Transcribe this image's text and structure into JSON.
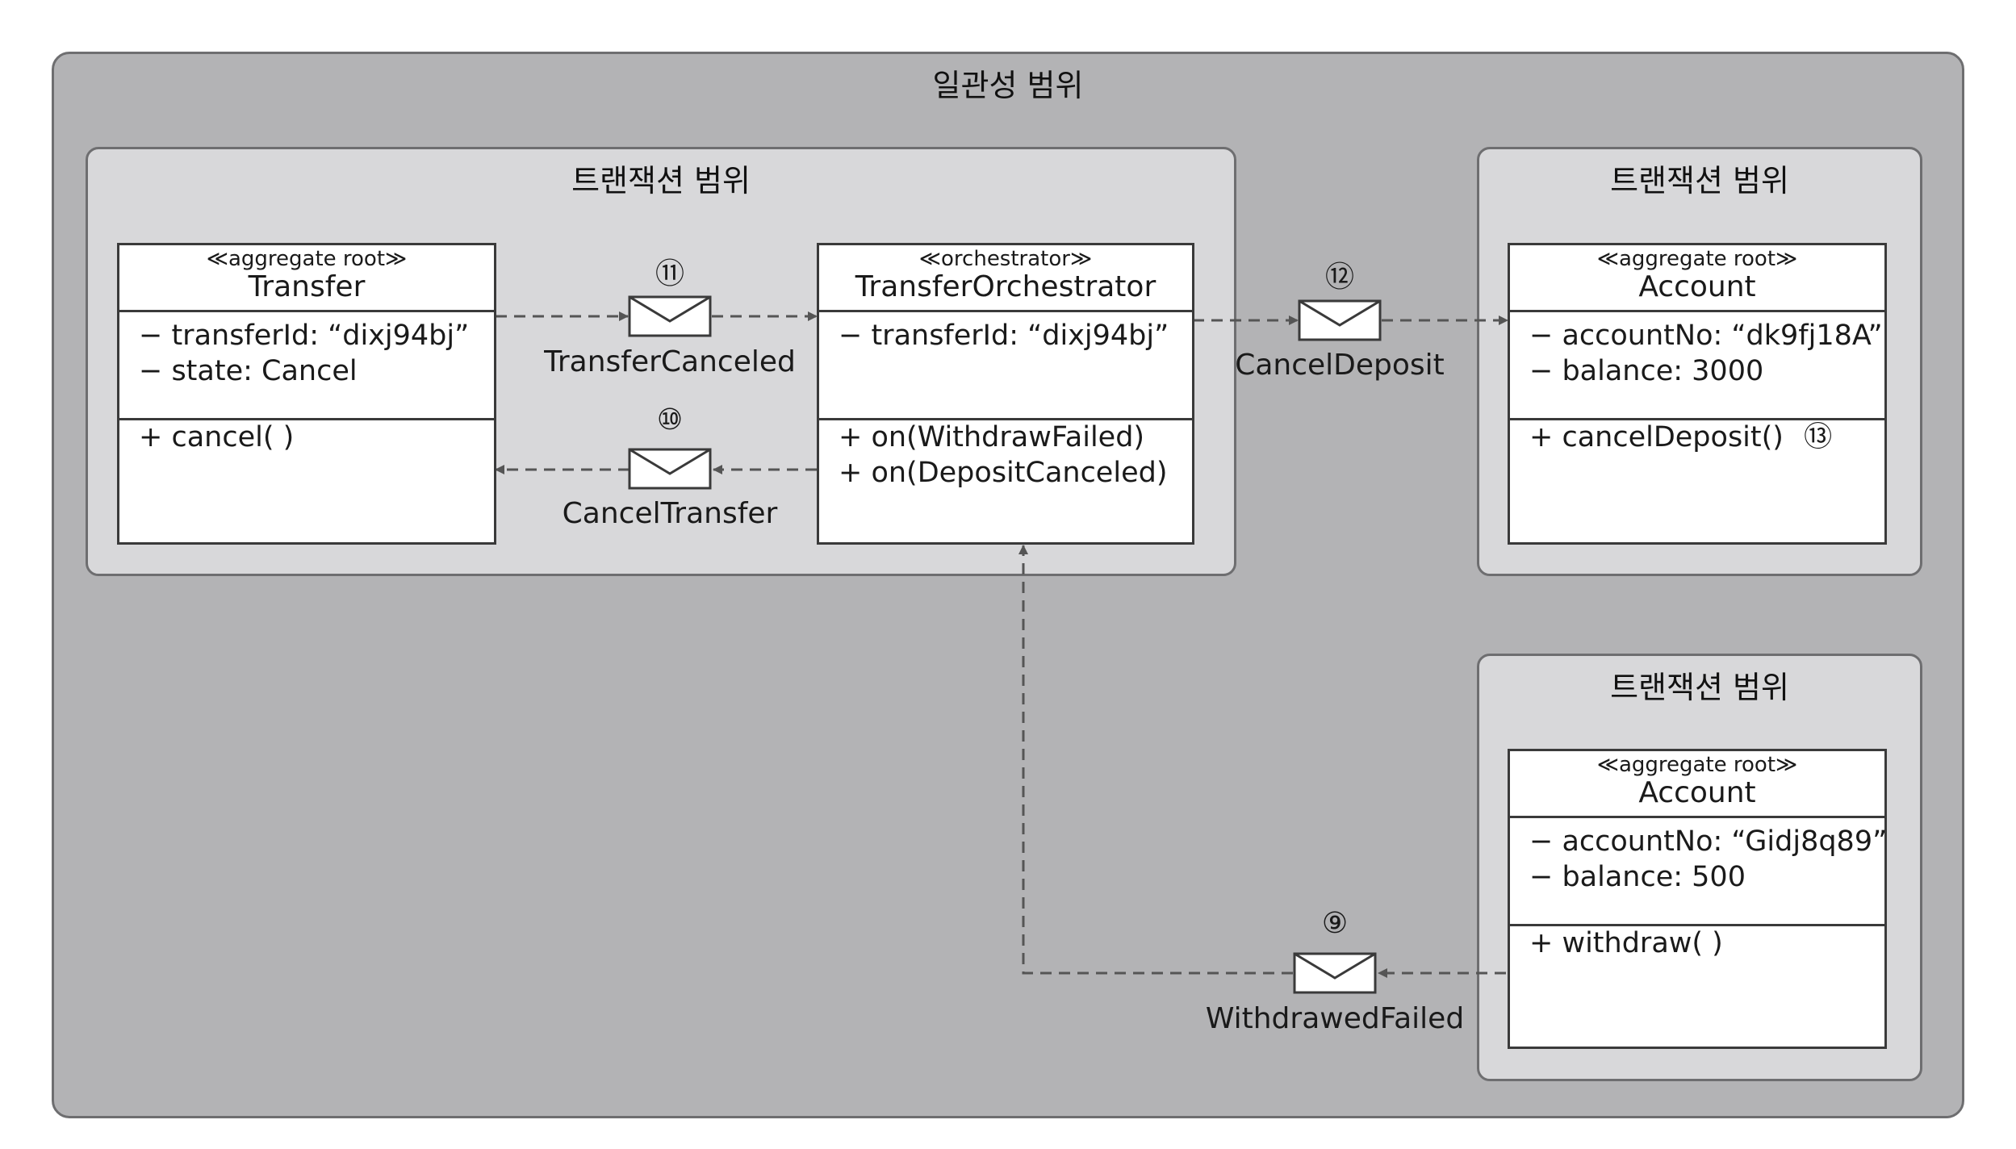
{
  "consistency_scope": {
    "title": "일관성 범위"
  },
  "transaction_scopes": [
    {
      "title": "트랜잭션 범위"
    },
    {
      "title": "트랜잭션 범위"
    },
    {
      "title": "트랜잭션 범위"
    }
  ],
  "classes": {
    "transfer": {
      "stereotype": "≪aggregate root≫",
      "name": "Transfer",
      "attributes": [
        "− transferId: “dixj94bj”",
        "− state: Cancel"
      ],
      "operations": [
        "+ cancel( )"
      ]
    },
    "orchestrator": {
      "stereotype": "≪orchestrator≫",
      "name": "TransferOrchestrator",
      "attributes": [
        "− transferId: “dixj94bj”"
      ],
      "operations": [
        "+ on(WithdrawFailed)",
        "+ on(DepositCanceled)"
      ]
    },
    "account_top": {
      "stereotype": "≪aggregate root≫",
      "name": "Account",
      "attributes": [
        "− accountNo: “dk9fj18A”",
        "− balance: 3000"
      ],
      "operations": [
        "+ cancelDeposit()"
      ],
      "operation_step": "⑬"
    },
    "account_bottom": {
      "stereotype": "≪aggregate root≫",
      "name": "Account",
      "attributes": [
        "− accountNo: “Gidj8q89”",
        "− balance: 500"
      ],
      "operations": [
        "+ withdraw( )"
      ]
    }
  },
  "messages": [
    {
      "step": "⑪",
      "label": "TransferCanceled"
    },
    {
      "step": "⑩",
      "label": "CancelTransfer"
    },
    {
      "step": "⑫",
      "label": "CancelDeposit"
    },
    {
      "step": "⑨",
      "label": "WithdrawedFailed"
    }
  ]
}
